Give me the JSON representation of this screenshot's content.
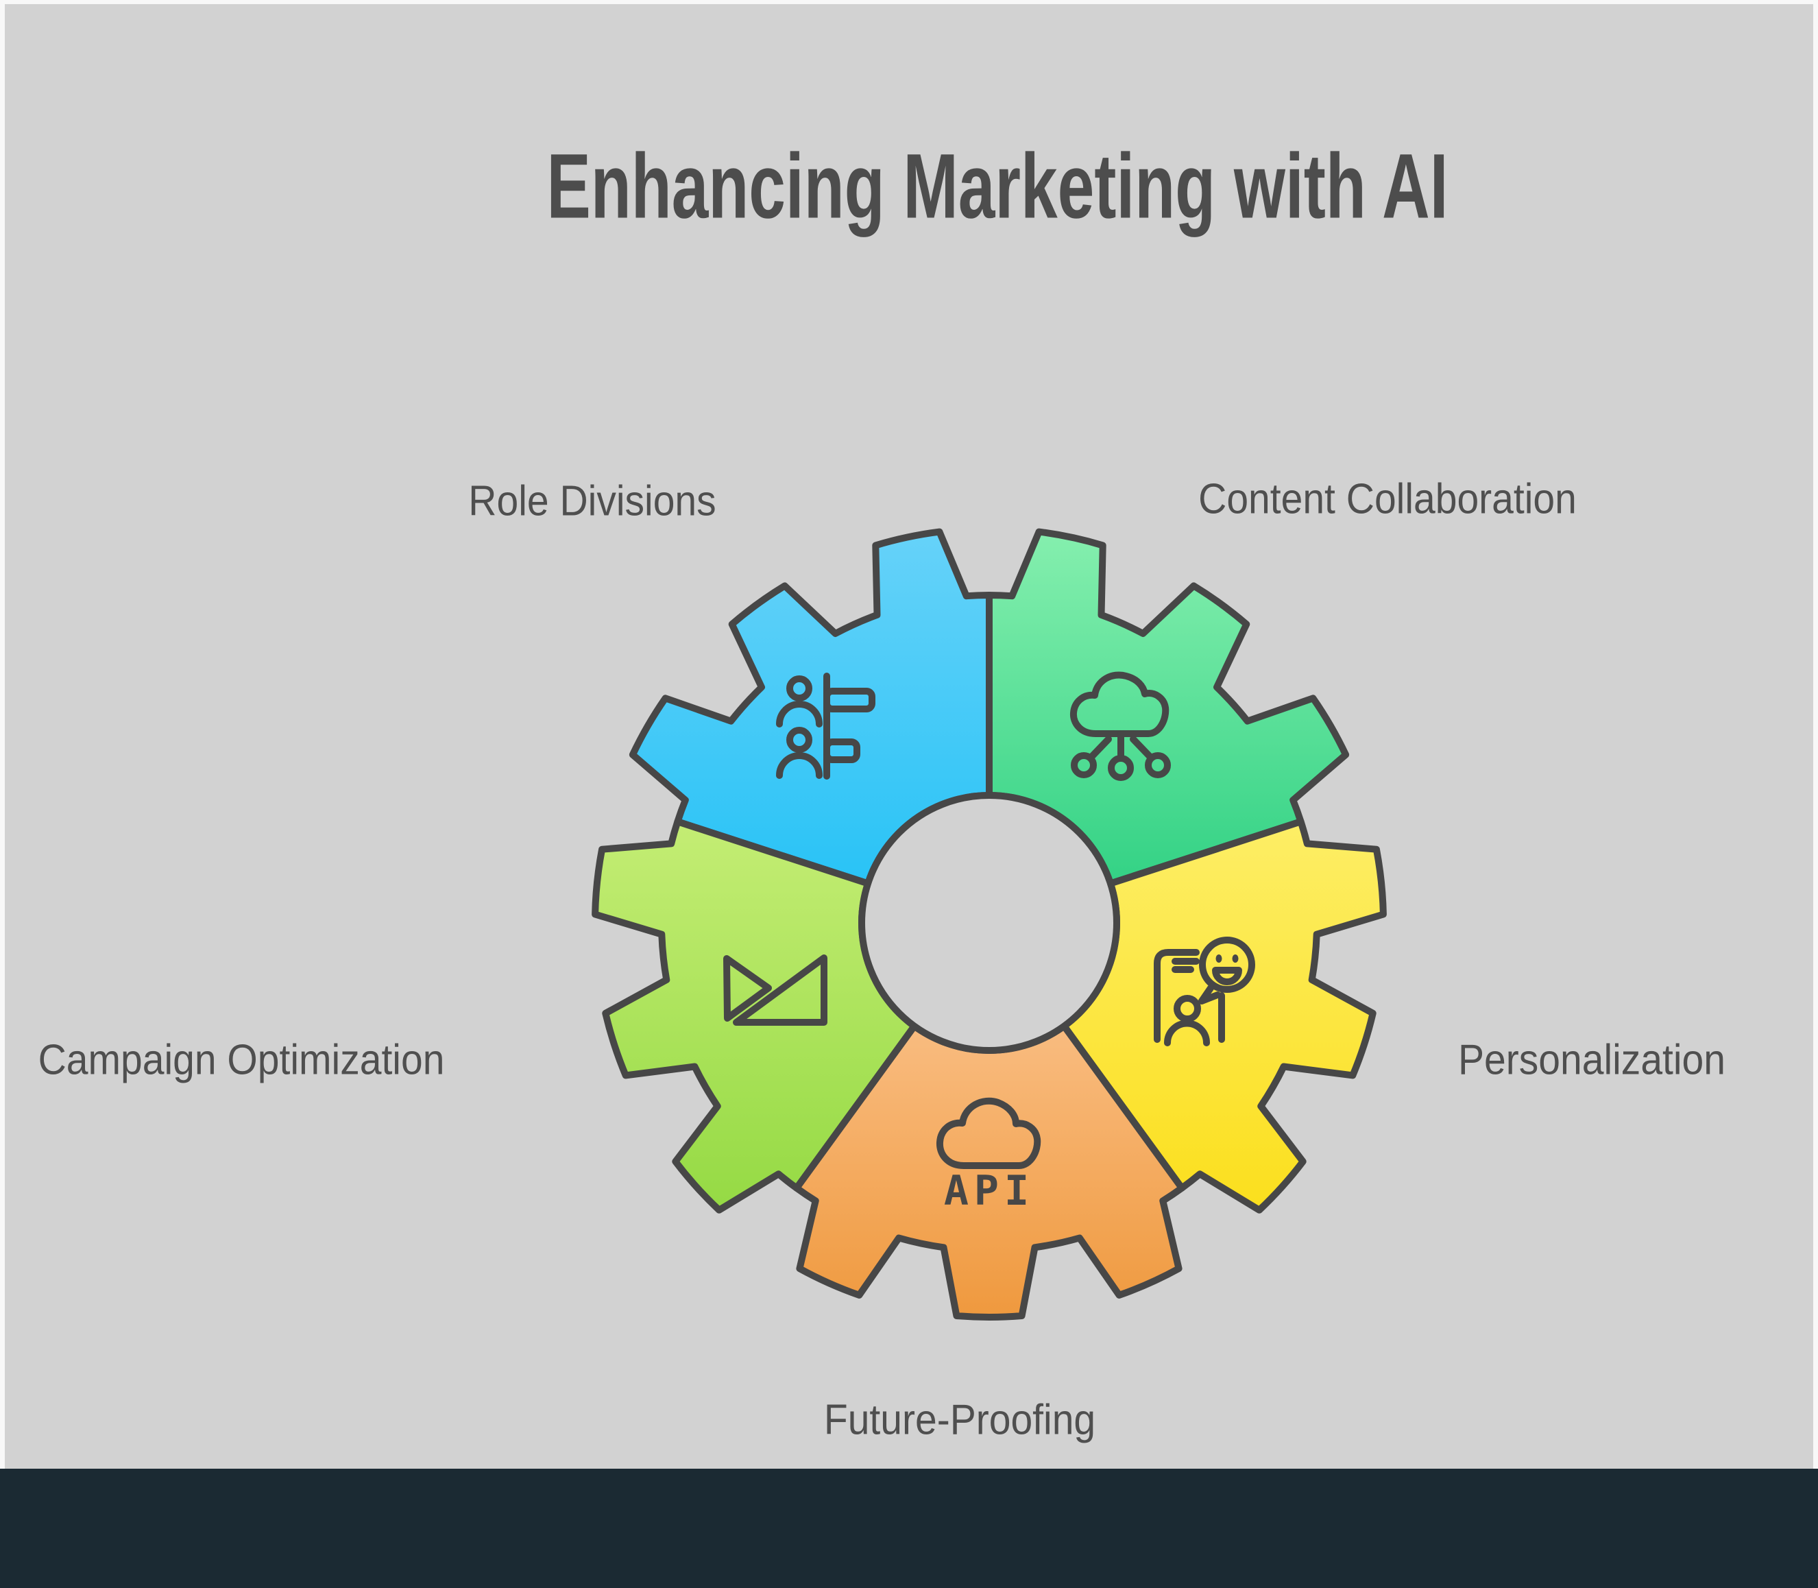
{
  "title": "Enhancing Marketing with AI",
  "canvas": {
    "background": "#d2d2d2",
    "frame_background": "#f8f8f8",
    "footer_bar_color": "#1b2a33",
    "title_color": "#4d4d4d",
    "label_color": "#4f4f4f"
  },
  "gear": {
    "outline_color": "#474747",
    "hub_fill": "#d2d2d2",
    "segments": [
      {
        "id": "role-divisions",
        "label": "Role Divisions",
        "icon": "roles-icon",
        "color_top": "#66d2f9",
        "color_bottom": "#29c3f6"
      },
      {
        "id": "content-collaboration",
        "label": "Content Collaboration",
        "icon": "cloud-network-icon",
        "color_top": "#85efae",
        "color_bottom": "#33d285"
      },
      {
        "id": "personalization",
        "label": "Personalization",
        "icon": "phone-chat-smiley-icon",
        "color_top": "#fdee66",
        "color_bottom": "#fbdf1d"
      },
      {
        "id": "future-proofing",
        "label": "Future-Proofing",
        "icon": "cloud-api-icon",
        "icon_text": "API",
        "color_top": "#f9bc80",
        "color_bottom": "#ef993e"
      },
      {
        "id": "campaign-optimization",
        "label": "Campaign Optimization",
        "icon": "triangles-growth-icon",
        "color_top": "#c4ed74",
        "color_bottom": "#95da44"
      }
    ]
  }
}
